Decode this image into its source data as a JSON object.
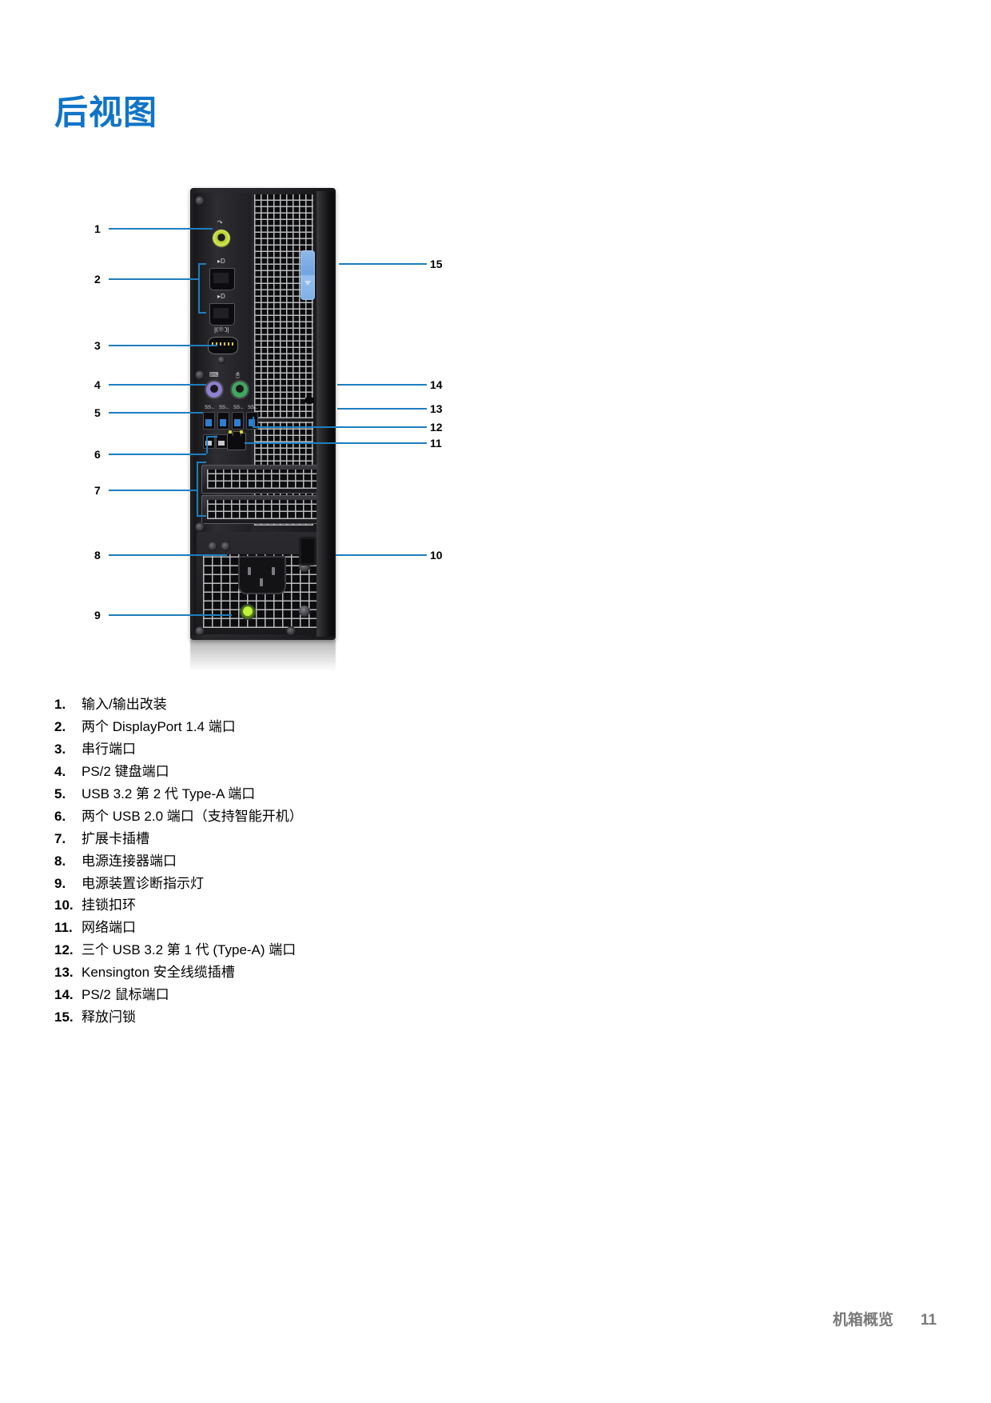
{
  "document": {
    "title": "后视图",
    "title_color": "#0f74c8"
  },
  "figure": {
    "name": "rear-view-diagram",
    "callouts": [
      {
        "number": "1",
        "side": "left"
      },
      {
        "number": "2",
        "side": "left"
      },
      {
        "number": "3",
        "side": "left"
      },
      {
        "number": "4",
        "side": "left"
      },
      {
        "number": "5",
        "side": "left"
      },
      {
        "number": "6",
        "side": "left"
      },
      {
        "number": "7",
        "side": "left"
      },
      {
        "number": "8",
        "side": "left"
      },
      {
        "number": "9",
        "side": "left"
      },
      {
        "number": "10",
        "side": "right"
      },
      {
        "number": "11",
        "side": "right"
      },
      {
        "number": "12",
        "side": "right"
      },
      {
        "number": "13",
        "side": "right"
      },
      {
        "number": "14",
        "side": "right"
      },
      {
        "number": "15",
        "side": "right"
      }
    ],
    "leader_color": "#1f7ec0",
    "latch_color": "#7fb0e6",
    "ps2_keyboard_color": "#8f7fd0",
    "ps2_mouse_color": "#3fa85f",
    "usb3_color": "#2f7fd0",
    "audio_jack_color": "#cfe04f",
    "psu_led_color": "#bff23a"
  },
  "legend": {
    "items": [
      {
        "num": "1.",
        "text": "输入/输出改装"
      },
      {
        "num": "2.",
        "text": "两个 DisplayPort 1.4 端口"
      },
      {
        "num": "3.",
        "text": "串行端口"
      },
      {
        "num": "4.",
        "text": "PS/2 键盘端口"
      },
      {
        "num": "5.",
        "text": "USB 3.2 第 2 代 Type-A 端口"
      },
      {
        "num": "6.",
        "text": "两个 USB 2.0 端口（支持智能开机）"
      },
      {
        "num": "7.",
        "text": "扩展卡插槽"
      },
      {
        "num": "8.",
        "text": "电源连接器端口"
      },
      {
        "num": "9.",
        "text": "电源装置诊断指示灯"
      },
      {
        "num": "10.",
        "text": "挂锁扣环"
      },
      {
        "num": "11.",
        "text": "网络端口"
      },
      {
        "num": "12.",
        "text": "三个 USB 3.2 第 1 代 (Type-A) 端口"
      },
      {
        "num": "13.",
        "text": "Kensington 安全线缆插槽"
      },
      {
        "num": "14.",
        "text": "PS/2 鼠标端口"
      },
      {
        "num": "15.",
        "text": "释放闩锁"
      }
    ]
  },
  "footer": {
    "section": "机箱概览",
    "page": "11"
  }
}
